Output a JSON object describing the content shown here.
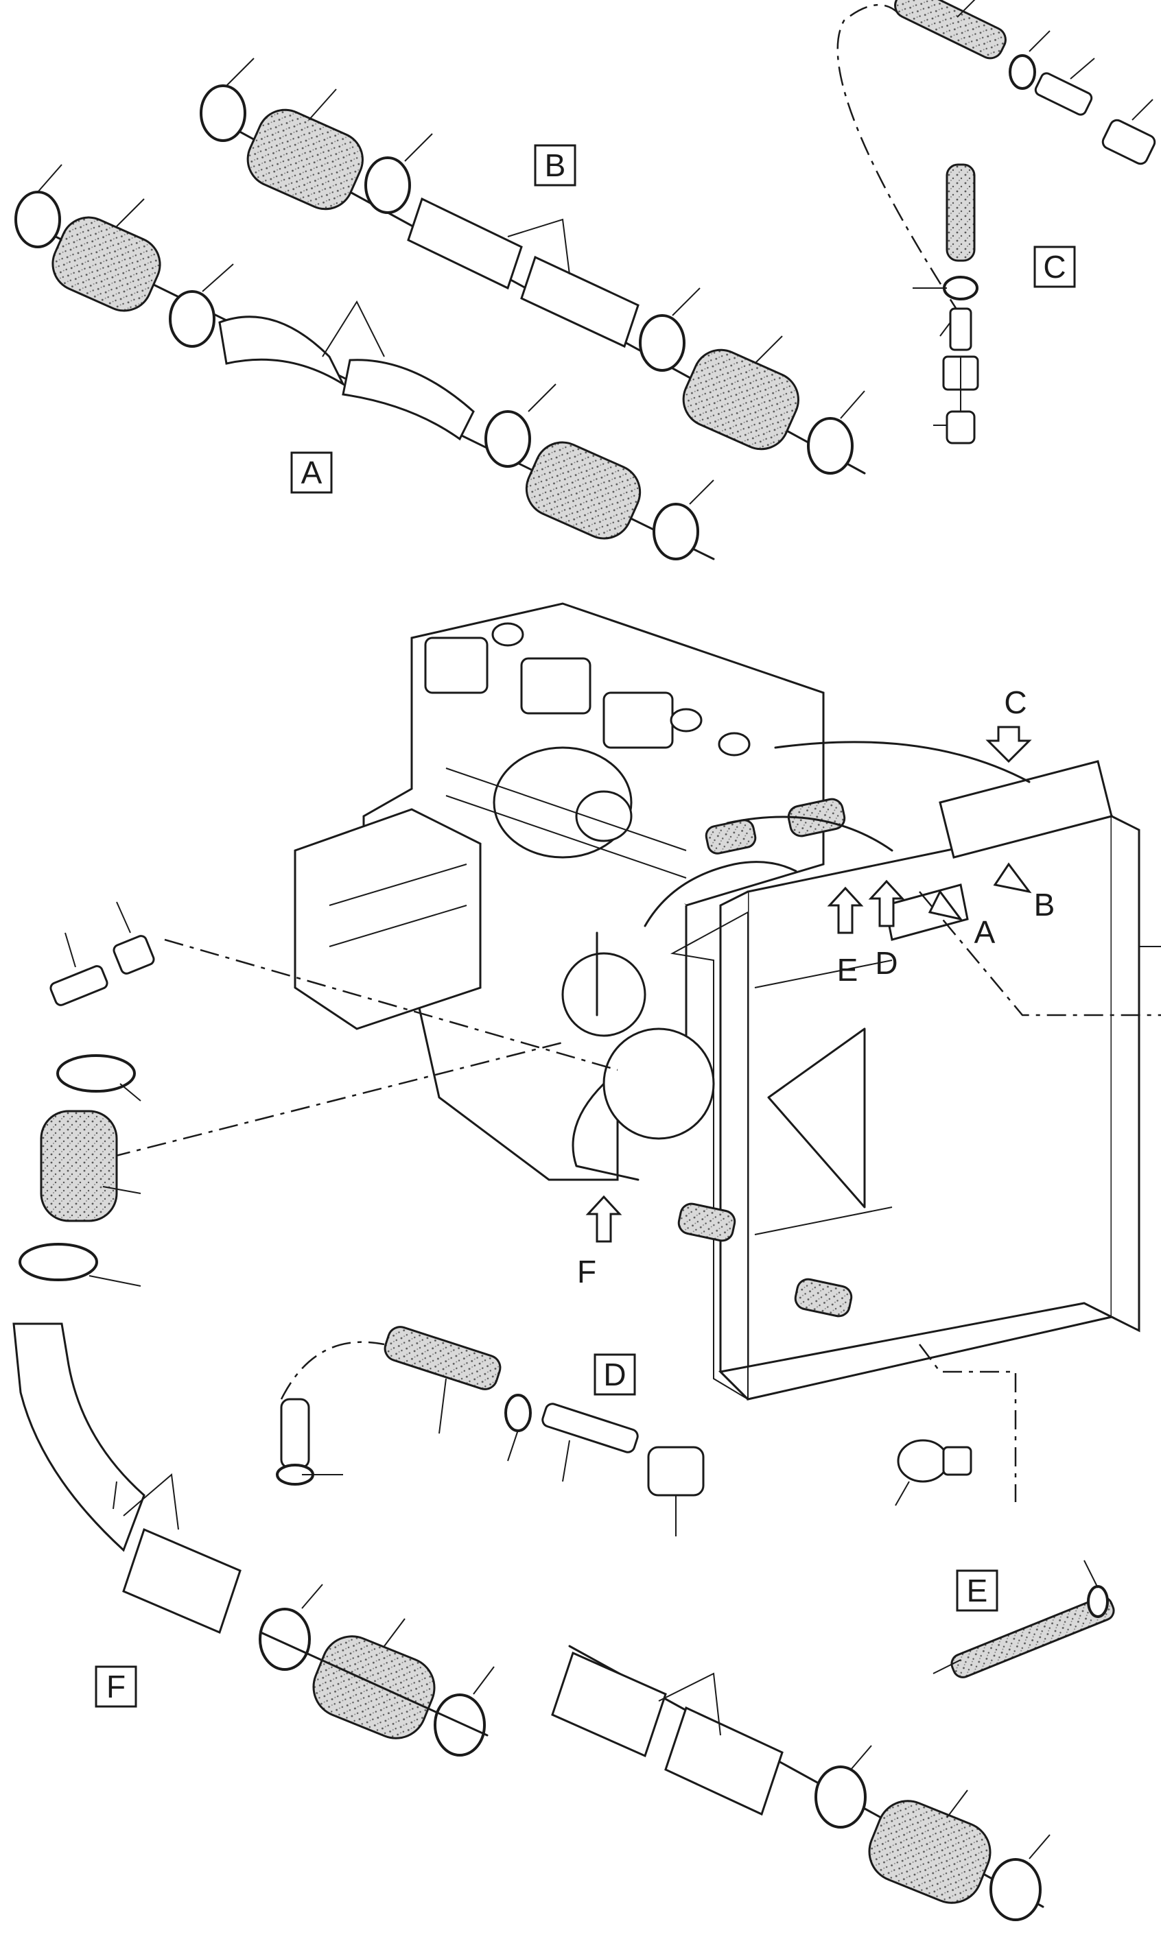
{
  "view_labels": {
    "A": "A",
    "B": "B",
    "C": "C",
    "D": "D",
    "E": "E",
    "F": "F"
  },
  "callouts": {
    "A": "A",
    "B": "B",
    "C": "C",
    "D": "D",
    "E": "E",
    "F": "F"
  },
  "colors": {
    "line": "#1a1a1a",
    "background": "#ffffff"
  }
}
